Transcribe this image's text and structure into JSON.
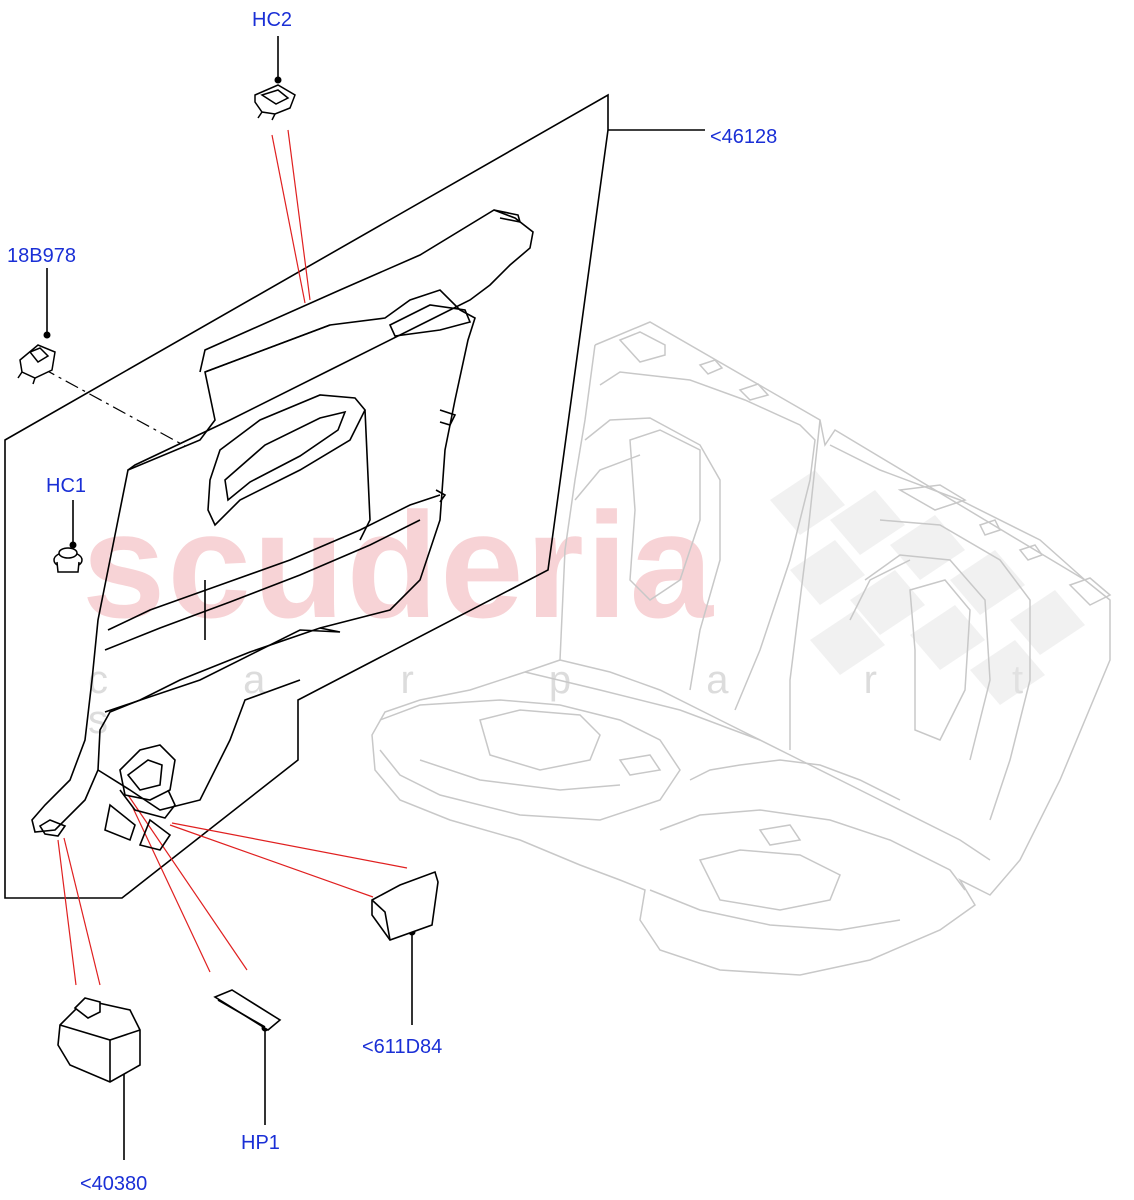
{
  "watermark": {
    "brand": "scuderia",
    "sub": "c a r p a r t s"
  },
  "callouts": {
    "hc2": "HC2",
    "part_46128": "<46128",
    "part_18b978": "18B978",
    "hc1": "HC1",
    "part_611d84": "<611D84",
    "hp1": "HP1",
    "part_40380": "<40380"
  },
  "colors": {
    "label": "#1a2fd6",
    "leader": "#000000",
    "pointer": "#e02020",
    "seat_outline": "#c8c8c8",
    "watermark": "#f6c9cc"
  }
}
